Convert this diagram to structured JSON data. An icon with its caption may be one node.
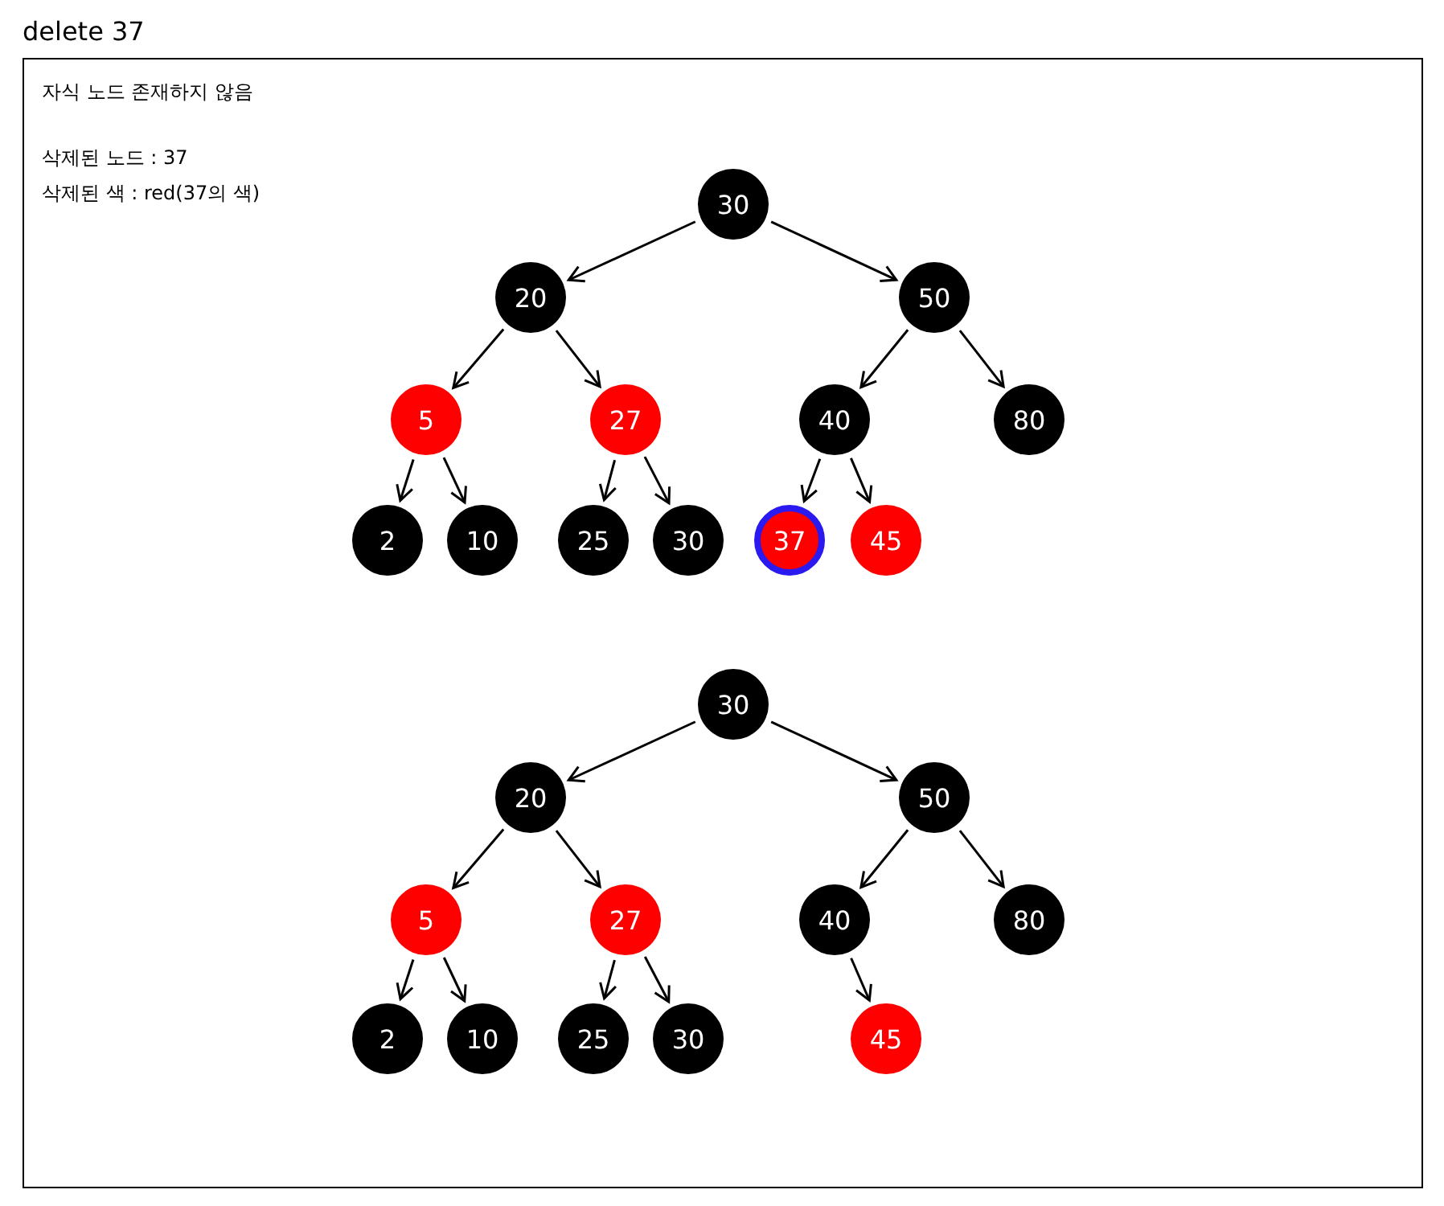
{
  "diagram": {
    "title": "delete 37",
    "nodes": [
      {
        "text": [
          "자식 노드 존재하지 않음",
          "삭제된 노드 : 37",
          "삭제된 색 : red(37의 색)"
        ]
      },
      {
        "text": [
          "30"
        ],
        "in": 0
      },
      {
        "text": [
          "20"
        ],
        "in": 0
      },
      {
        "text": [
          "50"
        ],
        "in": 0
      },
      {
        "text": [
          "5"
        ],
        "in": 0
      },
      {
        "text": [
          "27"
        ],
        "in": 0
      },
      {
        "text": [
          "40"
        ],
        "in": 0
      },
      {
        "text": [
          "80"
        ],
        "in": 0
      },
      {
        "text": [
          "2"
        ],
        "in": 0
      },
      {
        "text": [
          "10"
        ],
        "in": 0
      },
      {
        "text": [
          "25"
        ],
        "in": 0
      },
      {
        "text": [
          "30"
        ],
        "in": 0
      },
      {
        "text": [
          "37"
        ],
        "in": 0
      },
      {
        "text": [
          "45"
        ],
        "in": 0
      },
      {
        "text": [
          "30"
        ],
        "in": 0
      },
      {
        "text": [
          "20"
        ],
        "in": 0
      },
      {
        "text": [
          "50"
        ],
        "in": 0
      },
      {
        "text": [
          "5"
        ],
        "in": 0
      },
      {
        "text": [
          "27"
        ],
        "in": 0
      },
      {
        "text": [
          "40"
        ],
        "in": 0
      },
      {
        "text": [
          "80"
        ],
        "in": 0
      },
      {
        "text": [
          "2"
        ],
        "in": 0
      },
      {
        "text": [
          "10"
        ],
        "in": 0
      },
      {
        "text": [
          "25"
        ],
        "in": 0
      },
      {
        "text": [
          "30"
        ],
        "in": 0
      },
      {
        "text": [
          "45"
        ],
        "in": 0
      }
    ],
    "edges": [
      {
        "from": 1,
        "to": 2,
        "arrow": "to"
      },
      {
        "from": 1,
        "to": 3,
        "arrow": "to"
      },
      {
        "from": 2,
        "to": 4,
        "arrow": "to"
      },
      {
        "from": 2,
        "to": 5,
        "arrow": "to"
      },
      {
        "from": 3,
        "to": 6,
        "arrow": "to"
      },
      {
        "from": 3,
        "to": 7,
        "arrow": "to"
      },
      {
        "from": 4,
        "to": 8,
        "arrow": "to"
      },
      {
        "from": 4,
        "to": 9,
        "arrow": "to"
      },
      {
        "from": 5,
        "to": 10,
        "arrow": "to"
      },
      {
        "from": 5,
        "to": 11,
        "arrow": "to"
      },
      {
        "from": 6,
        "to": 12,
        "arrow": "to"
      },
      {
        "from": 6,
        "to": 13,
        "arrow": "to"
      },
      {
        "from": 14,
        "to": 15,
        "arrow": "to"
      },
      {
        "from": 14,
        "to": 16,
        "arrow": "to"
      },
      {
        "from": 15,
        "to": 17,
        "arrow": "to"
      },
      {
        "from": 15,
        "to": 18,
        "arrow": "to"
      },
      {
        "from": 16,
        "to": 19,
        "arrow": "to"
      },
      {
        "from": 16,
        "to": 20,
        "arrow": "to"
      },
      {
        "from": 17,
        "to": 21,
        "arrow": "to"
      },
      {
        "from": 17,
        "to": 22,
        "arrow": "to"
      },
      {
        "from": 18,
        "to": 23,
        "arrow": "to"
      },
      {
        "from": 18,
        "to": 24,
        "arrow": "to"
      },
      {
        "from": 19,
        "to": 25,
        "arrow": "to"
      }
    ]
  }
}
